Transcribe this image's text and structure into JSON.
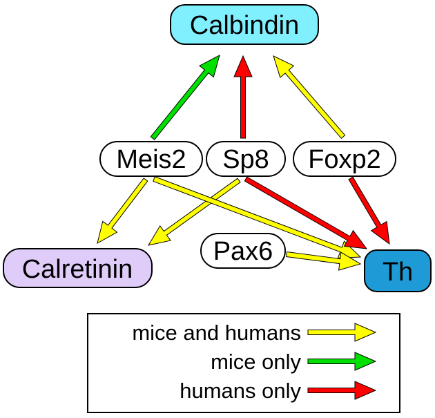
{
  "colors": {
    "yellow_arrow": "#ffff00",
    "green_arrow": "#00e000",
    "red_arrow": "#ff0000",
    "calbindin_fill": "#80f0ff",
    "calretinin_fill": "#e0ccf8",
    "th_fill": "#1e9bd7",
    "plain_fill": "#ffffff",
    "outline": "#000000"
  },
  "nodes": {
    "calbindin": "Calbindin",
    "meis2": "Meis2",
    "sp8": "Sp8",
    "foxp2": "Foxp2",
    "pax6": "Pax6",
    "calretinin": "Calretinin",
    "th": "Th"
  },
  "edges": [
    {
      "from": "meis2",
      "to": "calbindin",
      "type": "mice_only"
    },
    {
      "from": "sp8",
      "to": "calbindin",
      "type": "humans_only"
    },
    {
      "from": "foxp2",
      "to": "calbindin",
      "type": "mice_and_humans"
    },
    {
      "from": "meis2",
      "to": "calretinin",
      "type": "mice_and_humans"
    },
    {
      "from": "sp8",
      "to": "calretinin",
      "type": "mice_and_humans"
    },
    {
      "from": "meis2",
      "to": "th",
      "type": "mice_and_humans"
    },
    {
      "from": "sp8",
      "to": "th",
      "type": "humans_only"
    },
    {
      "from": "foxp2",
      "to": "th",
      "type": "humans_only"
    },
    {
      "from": "pax6",
      "to": "th",
      "type": "mice_and_humans"
    }
  ],
  "legend": {
    "mice_and_humans": "mice and humans",
    "mice_only": "mice only",
    "humans_only": "humans only"
  }
}
